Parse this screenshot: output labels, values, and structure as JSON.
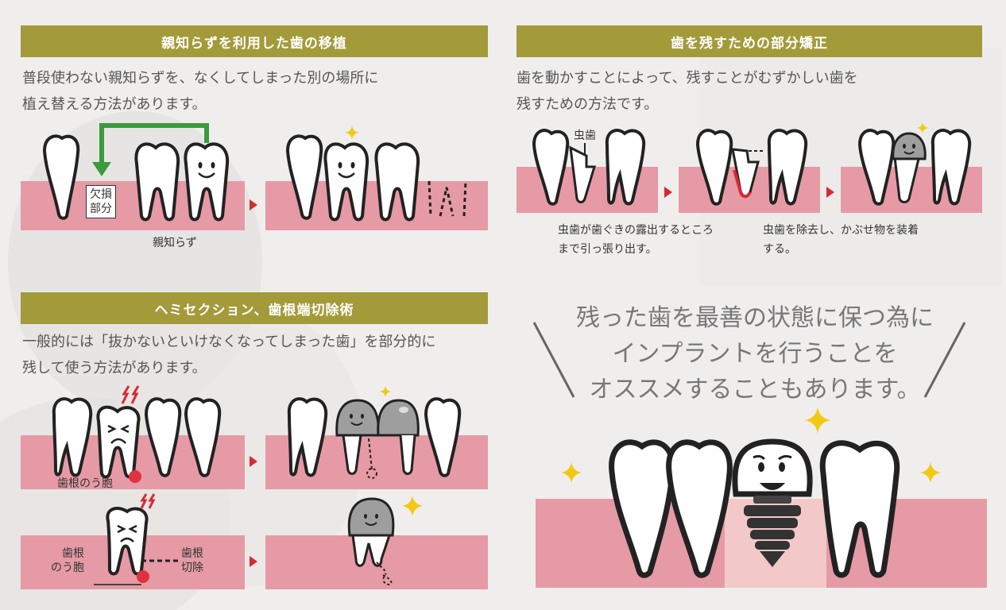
{
  "sections": {
    "s1": {
      "title": "親知らずを利用した歯の移植",
      "desc": [
        "普段使わない親知らずを、なくしてしまった別の場所に",
        "植え替える方法があります。"
      ],
      "box_label": [
        "欠損",
        "部分"
      ],
      "wisdom_label": "親知らず"
    },
    "s2": {
      "title": "歯を残すための部分矯正",
      "desc": [
        "歯を動かすことによって、残すことがむずかしい歯を",
        "残すための方法です。"
      ],
      "caries_label": "虫歯",
      "caption1": [
        "虫歯が歯ぐきの露出するところ",
        "まで引っ張り出す。"
      ],
      "caption2": [
        "虫歯を除去し、かぶせ物を装着",
        "する。"
      ]
    },
    "s3": {
      "title": "ヘミセクション、歯根端切除術",
      "desc": [
        "一般的には「抜かないといけなくなってしまった歯」を部分的に",
        "残して使う方法があります。"
      ],
      "cyst_label": "歯根のう胞",
      "cyst_label2": [
        "歯根",
        "のう胞"
      ],
      "cut_label": [
        "歯根",
        "切除"
      ]
    }
  },
  "message": [
    "残った歯を最善の状態に保つ為に",
    "インプラントを行うことを",
    "オススメすることもあります。"
  ],
  "colors": {
    "header": "#a39a39",
    "gum": "#e59aa5",
    "arrow": "#d62b34",
    "crown": "#9e9e9e",
    "spark": "#f2c814",
    "green_arrow": "#3b9a3b"
  },
  "icons": [
    "tooth-icon",
    "smiling-tooth-icon",
    "crowned-tooth-icon",
    "implant-icon",
    "sparkle-icon",
    "pain-mark-icon",
    "arrow-right-icon"
  ]
}
